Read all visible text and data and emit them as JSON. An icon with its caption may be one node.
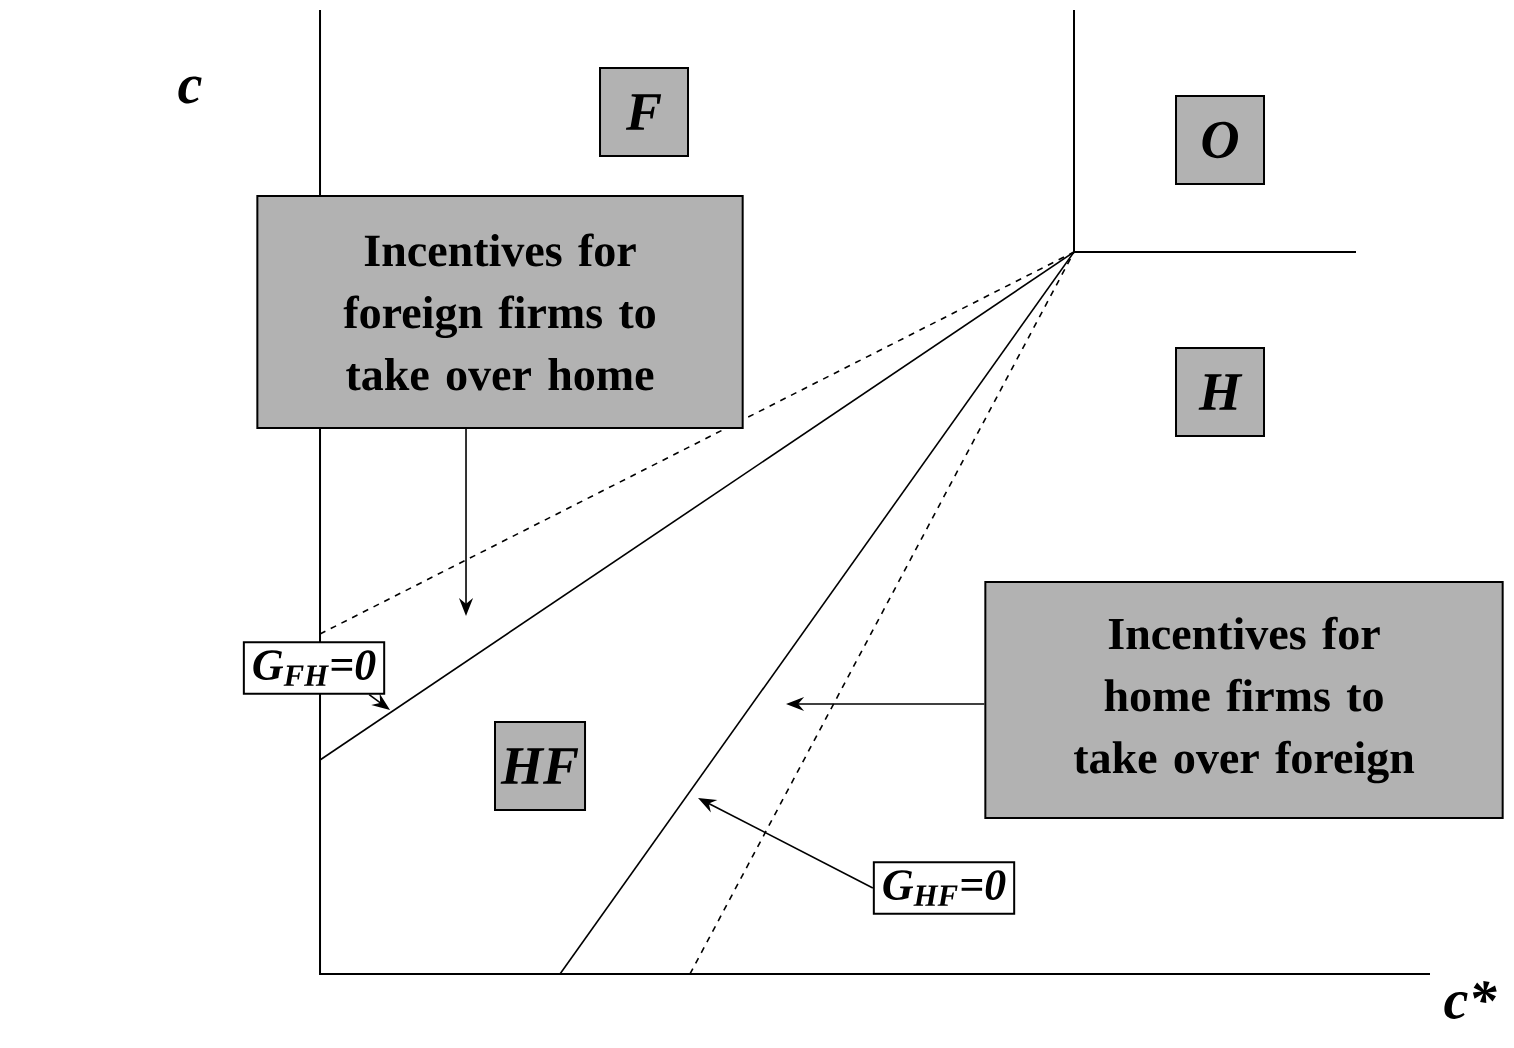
{
  "diagram": {
    "nodes": [
      {
        "text": [
          "F"
        ]
      },
      {
        "text": [
          "O"
        ]
      },
      {
        "text": [
          "H"
        ]
      },
      {
        "text": [
          "HF"
        ]
      },
      {
        "text": [
          "Incentives for foreign firms to take over home"
        ]
      },
      {
        "text": [
          "G$_{FH}$=0"
        ]
      },
      {
        "text": [
          "Incentives for home firms to take over foreign"
        ]
      },
      {
        "text": [
          "G$_{HF}$=0"
        ]
      }
    ],
    "edges": [
      {
        "from": 4,
        "to": null,
        "arrow": "to"
      },
      {
        "from": 5,
        "to": null,
        "arrow": "to"
      },
      {
        "from": 6,
        "to": null,
        "arrow": "to"
      },
      {
        "from": 7,
        "to": null,
        "arrow": "to"
      }
    ],
    "labels": [
      "c",
      "c*"
    ]
  }
}
